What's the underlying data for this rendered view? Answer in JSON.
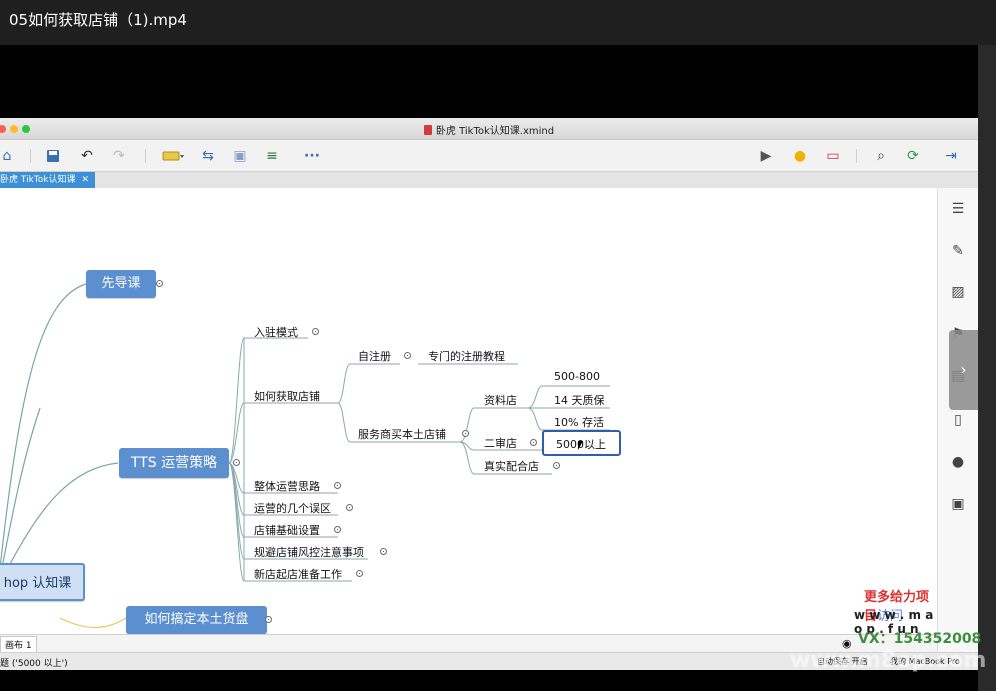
{
  "player": {
    "title": "05如何获取店铺（1).mp4"
  },
  "window": {
    "title": "卧虎 TikTok认知课.xmind",
    "tab_label": "卧虎 TikTok认知课",
    "tab_close": "✕"
  },
  "toolbar": {
    "more_label": "···"
  },
  "mindmap": {
    "central": "hop 认知课",
    "pre_course": "先导课",
    "tts": "TTS 运营策略",
    "local_goods": "如何搞定本土货盘",
    "tts_children": [
      "入驻模式",
      "如何获取店铺",
      "整体运营思路",
      "运营的几个误区",
      "店铺基础设置",
      "规避店铺风控注意事项",
      "新店起店准备工作"
    ],
    "self_register": "自注册",
    "register_tutorial": "专门的注册教程",
    "buy_local_shop": "服务商买本土店铺",
    "material_shop": "资料店",
    "second_review_shop": "二审店",
    "real_match_shop": "真实配合店",
    "material_children": [
      "500-800",
      "14 天质保",
      "10% 存活"
    ],
    "selected": "5000以上"
  },
  "status": {
    "sheet_label": "画布 1",
    "selection_label": "题 ('5000 以上')",
    "mid_text": "自动保存 开启",
    "right_text": "我的 MacBook Pro"
  },
  "watermark": {
    "line1": "更多给力项目",
    "line1_suffix": "访问",
    "line2": "w w w . m a o p . f u n",
    "line3": "VX：154352008",
    "line4": "www.m8op.com"
  },
  "colors": {
    "topic_blue": "#5b8fd0",
    "tab_blue": "#3d8fd6",
    "branch_green": "#7aa6a0",
    "selected_border": "#2f5faa",
    "watermark_red": "#e03030",
    "watermark_green": "#3d8f3d"
  }
}
